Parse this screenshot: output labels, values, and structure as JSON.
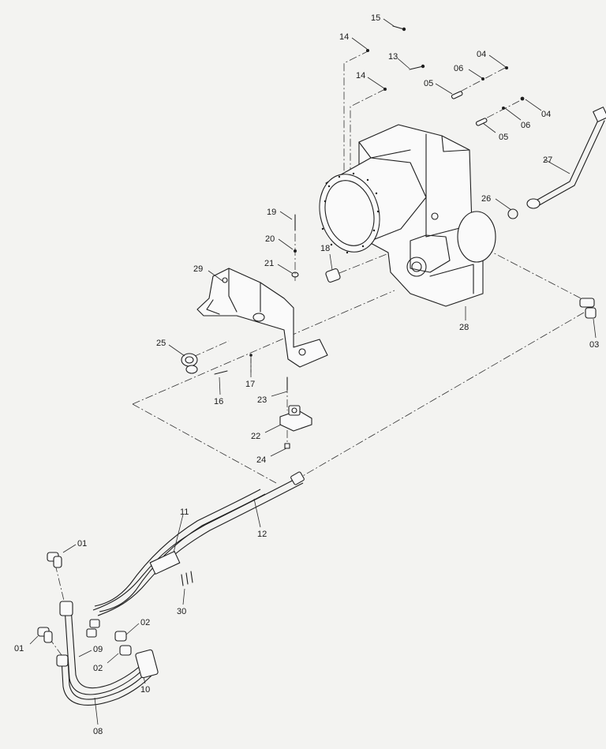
{
  "callouts": [
    {
      "id": "c15",
      "text": "15"
    },
    {
      "id": "c14a",
      "text": "14"
    },
    {
      "id": "c13",
      "text": "13"
    },
    {
      "id": "c04a",
      "text": "04"
    },
    {
      "id": "c06a",
      "text": "06"
    },
    {
      "id": "c14b",
      "text": "14"
    },
    {
      "id": "c05a",
      "text": "05"
    },
    {
      "id": "c04b",
      "text": "04"
    },
    {
      "id": "c06b",
      "text": "06"
    },
    {
      "id": "c05b",
      "text": "05"
    },
    {
      "id": "c27",
      "text": "27"
    },
    {
      "id": "c26",
      "text": "26"
    },
    {
      "id": "c19",
      "text": "19"
    },
    {
      "id": "c20",
      "text": "20"
    },
    {
      "id": "c21",
      "text": "21"
    },
    {
      "id": "c18",
      "text": "18"
    },
    {
      "id": "c29",
      "text": "29"
    },
    {
      "id": "c28",
      "text": "28"
    },
    {
      "id": "c03",
      "text": "03"
    },
    {
      "id": "c25",
      "text": "25"
    },
    {
      "id": "c16",
      "text": "16"
    },
    {
      "id": "c17",
      "text": "17"
    },
    {
      "id": "c23",
      "text": "23"
    },
    {
      "id": "c22",
      "text": "22"
    },
    {
      "id": "c24",
      "text": "24"
    },
    {
      "id": "c11",
      "text": "11"
    },
    {
      "id": "c12",
      "text": "12"
    },
    {
      "id": "c01a",
      "text": "01"
    },
    {
      "id": "c30",
      "text": "30"
    },
    {
      "id": "c02a",
      "text": "02"
    },
    {
      "id": "c01b",
      "text": "01"
    },
    {
      "id": "c09",
      "text": "09"
    },
    {
      "id": "c02b",
      "text": "02"
    },
    {
      "id": "c10",
      "text": "10"
    },
    {
      "id": "c08",
      "text": "08"
    }
  ]
}
